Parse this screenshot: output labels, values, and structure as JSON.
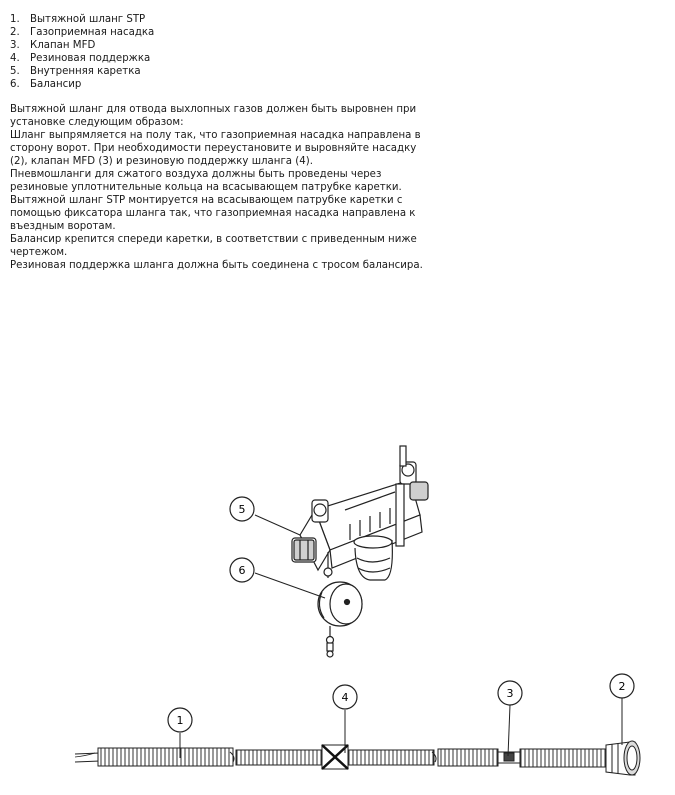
{
  "parts": [
    {
      "num": "1.",
      "label": "Вытяжной  шланг STP"
    },
    {
      "num": "2.",
      "label": "Газоприемная насадка"
    },
    {
      "num": "3.",
      "label": "Клапан MFD"
    },
    {
      "num": "4.",
      "label": "Резиновая поддержка"
    },
    {
      "num": "5.",
      "label": "Внутренняя каретка"
    },
    {
      "num": "6.",
      "label": "Балансир"
    }
  ],
  "paragraphs": [
    "Вытяжной шланг для отвода выхлопных газов должен быть выровнен при установке следующим образом:",
    "Шланг выпрямляется на полу так, что газоприемная насадка направлена в сторону ворот. При необходимости переустановите и выровняйте насадку (2), клапан MFD (3) и резиновую поддержку шланга (4).",
    "Пневмошланги для сжатого воздуха должны быть проведены через резиновые уплотнительные кольца на всасывающем патрубке каретки.",
    "Вытяжной шланг STP монтируется на всасывающем патрубке каретки с помощью фиксатора шланга так, что газоприемная насадка направлена к въездным воротам.",
    "Балансир крепится спереди каретки, в соответствии с приведенным ниже чертежом.",
    "Резиновая поддержка шланга должна быть соединена с тросом балансира."
  ],
  "callouts": {
    "c1": "1",
    "c2": "2",
    "c3": "3",
    "c4": "4",
    "c5": "5",
    "c6": "6"
  }
}
